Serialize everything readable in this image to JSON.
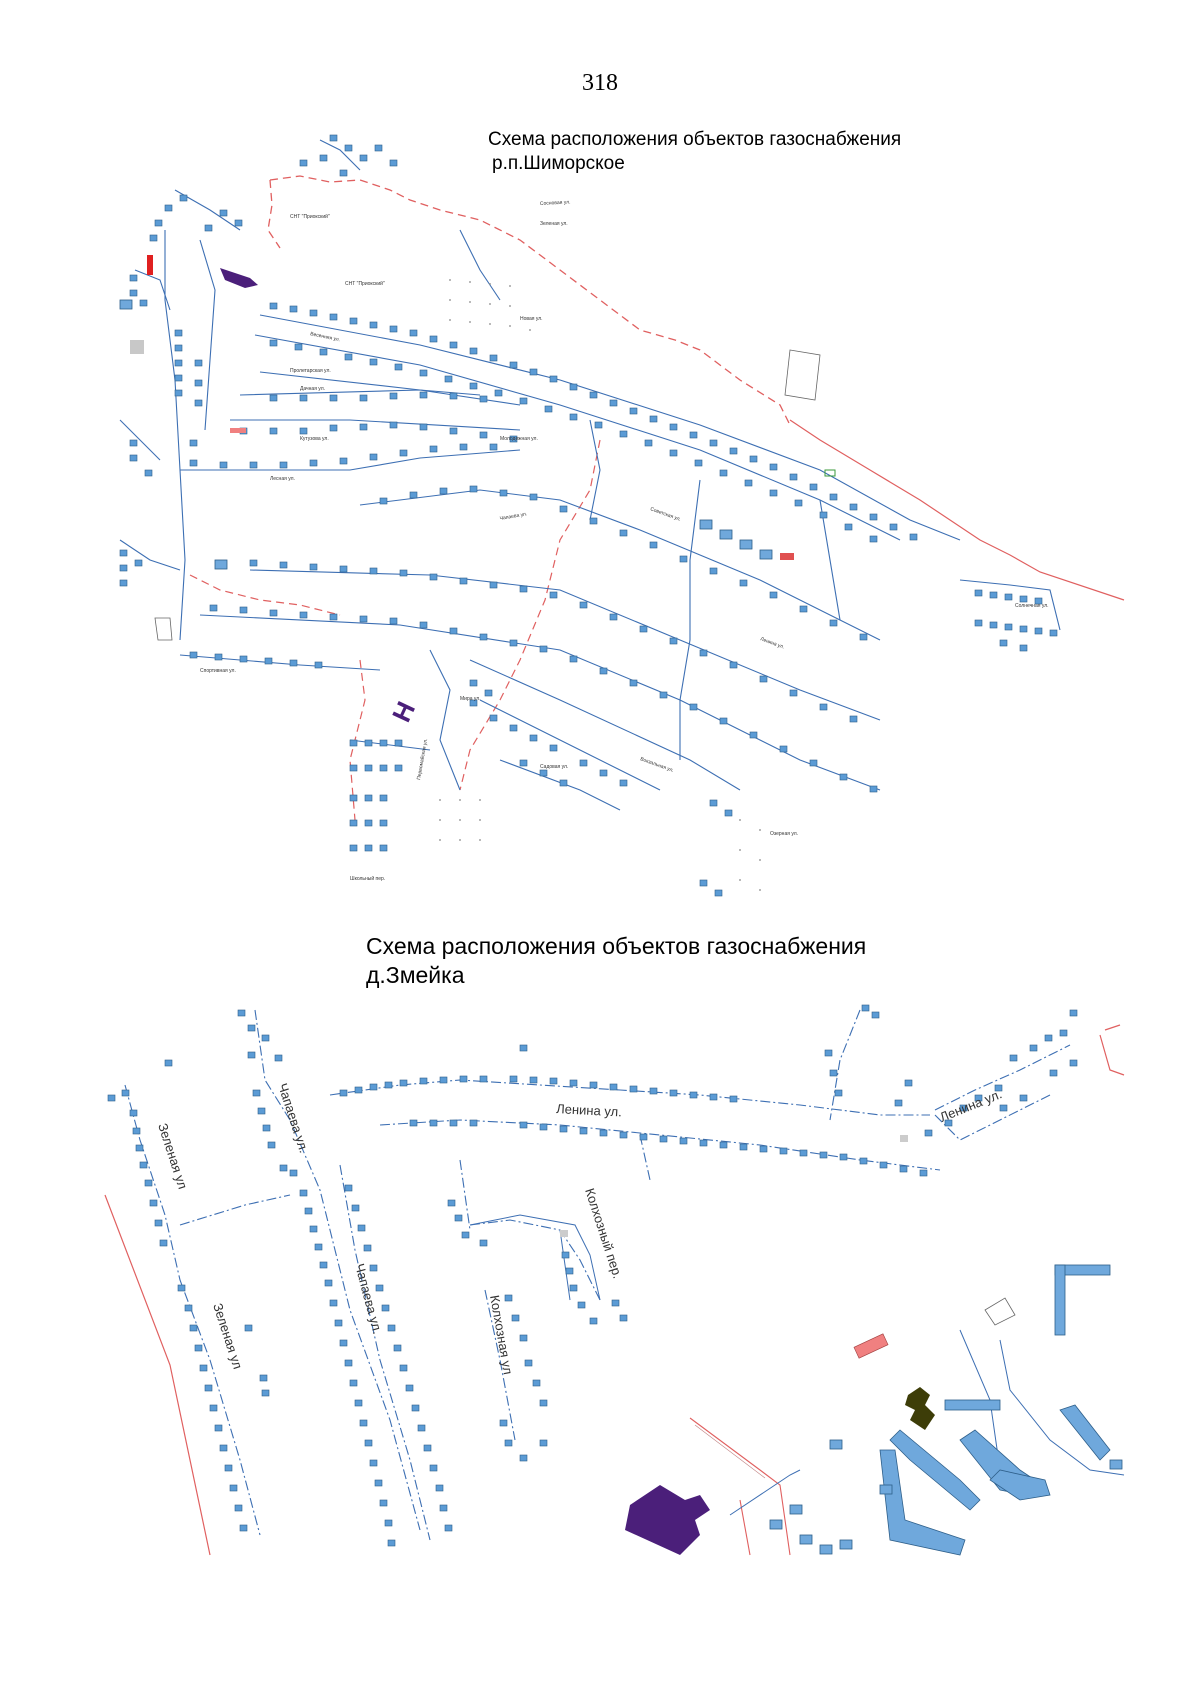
{
  "page_number": "318",
  "maps": [
    {
      "title_line1": "Схема расположения объектов газоснабжения",
      "title_line2": "р.п.Шиморское",
      "marker": "Н",
      "streets": [
        "Сосновая ул.",
        "Зеленая ул.",
        "Новая ул.",
        "Весенняя ул.",
        "Пролетарская ул.",
        "Дачная ул.",
        "Кутузова ул.",
        "Лесная ул.",
        "Молодежная ул.",
        "Школьный пер.",
        "Советская ул.",
        "Садовая ул.",
        "Спортивная ул.",
        "Вокзальная ул.",
        "Солнечная ул.",
        "Чапаева ул.",
        "Ленина ул.",
        "Мира ул.",
        "Первомайская ул.",
        "Озерная ул.",
        "СНТ \"Приокский\"",
        "СНТ \"Приокский\""
      ]
    },
    {
      "title_line1": "Схема расположения объектов газоснабжения",
      "title_line2": "д.Змейка",
      "streets": [
        "Зеленая ул",
        "Зеленая ул",
        "Чапаева ул.",
        "Чапаева ул.",
        "Ленина ул.",
        "Ленина ул.",
        "Колхозная ул",
        "Колхозный пер."
      ]
    }
  ]
}
